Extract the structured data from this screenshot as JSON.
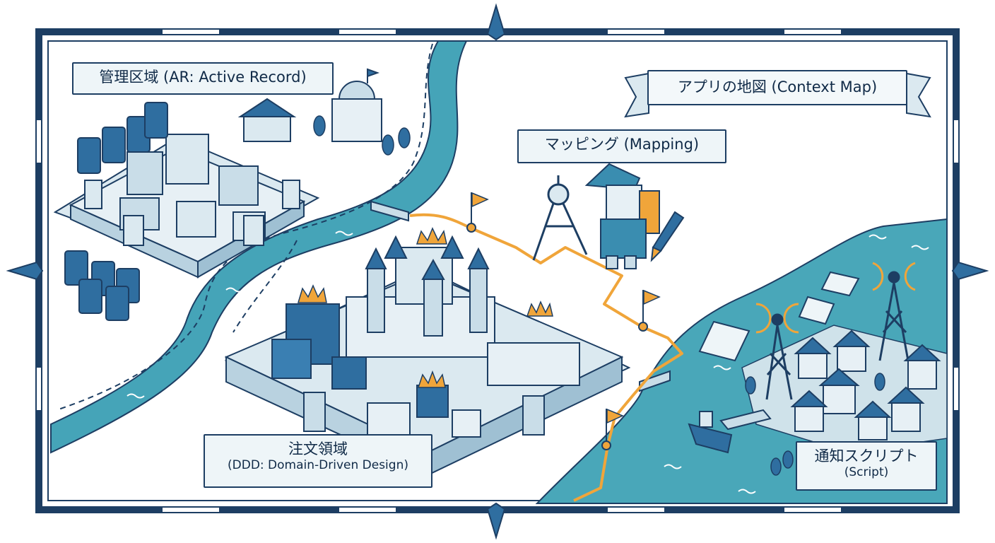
{
  "title": {
    "main": "アプリの地図 (Context Map)"
  },
  "regions": {
    "ar": {
      "label": "管理区域 (AR: Active Record)"
    },
    "mapping": {
      "label": "マッピング (Mapping)"
    },
    "order": {
      "label_line1": "注文領域",
      "label_line2": "(DDD: Domain-Driven Design)"
    },
    "notify": {
      "label_line1": "通知スクリプト",
      "label_line2": "(Script)"
    }
  },
  "colors": {
    "frame": "#1d3e63",
    "river": "#45a4b8",
    "sea": "#49a7b9",
    "land": "#d9e8ef",
    "route": "#f0a53a",
    "crown": "#f0a53a",
    "tile_dark": "#2f6ea0",
    "tile_light": "#c9dde8"
  },
  "icons": [
    "compass-rose-icon",
    "flag-icon",
    "crown-icon",
    "database-icon",
    "radio-tower-icon",
    "scroll-icon",
    "drafting-compass-icon",
    "pencil-icon"
  ]
}
